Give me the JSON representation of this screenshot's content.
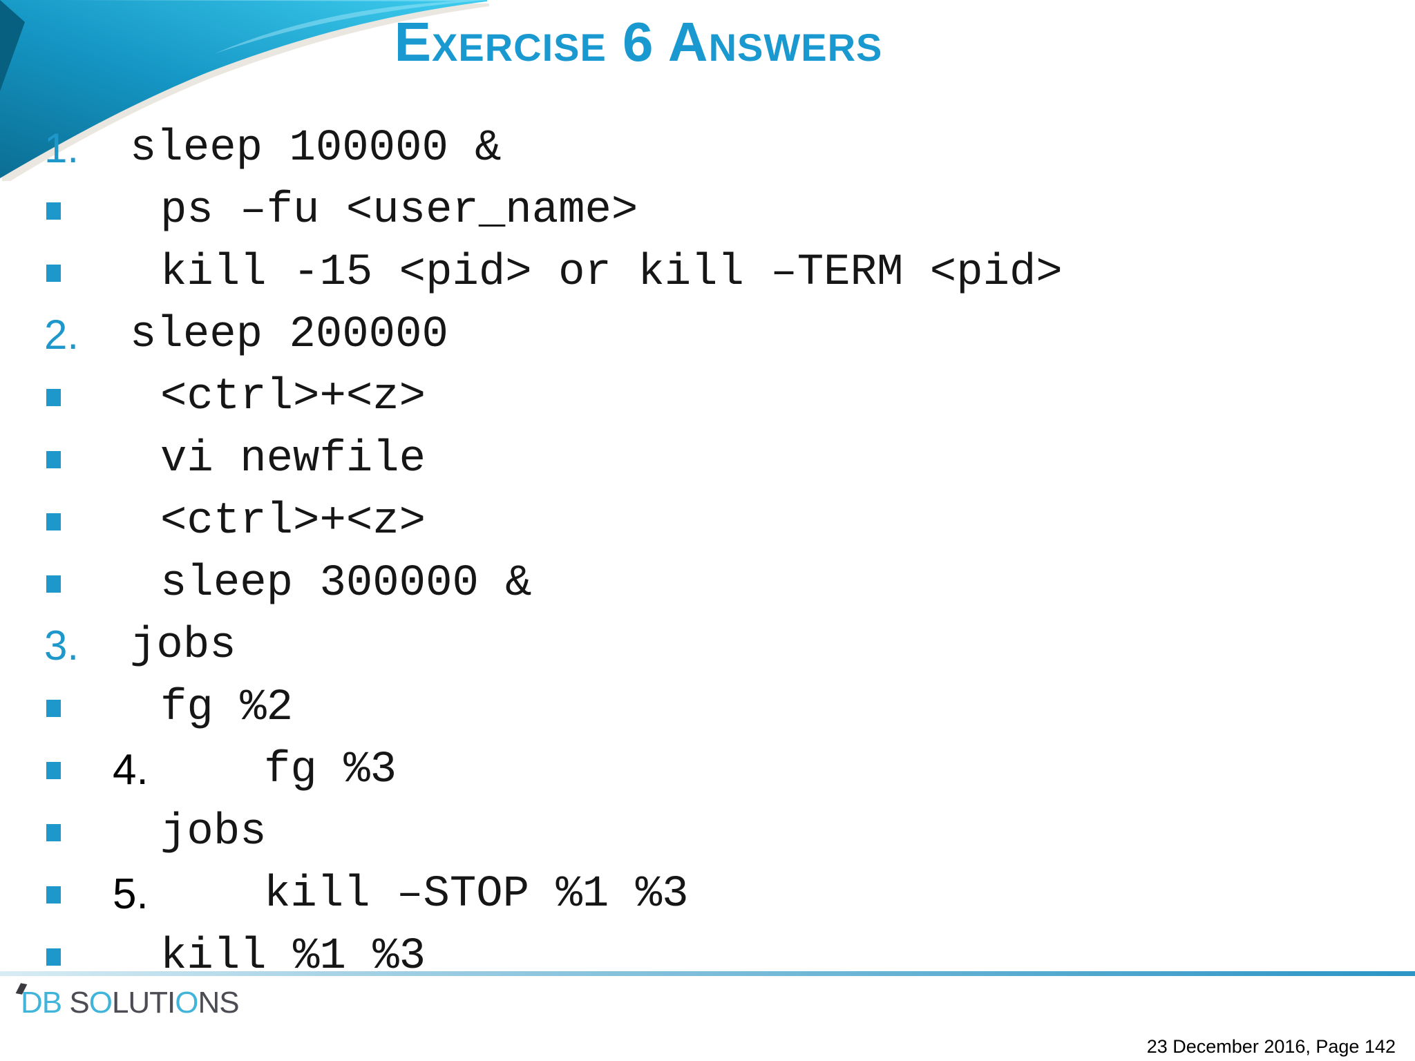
{
  "slide": {
    "title": "Exercise 6 Answers",
    "items": [
      {
        "kind": "number",
        "label": "1.",
        "text": "sleep 100000 &"
      },
      {
        "kind": "bullet",
        "label": "",
        "text": "ps –fu <user_name>"
      },
      {
        "kind": "bullet",
        "label": "",
        "text": "kill -15 <pid> or kill –TERM <pid>"
      },
      {
        "kind": "number",
        "label": "2.",
        "text": "sleep 200000"
      },
      {
        "kind": "bullet",
        "label": "",
        "text": "<ctrl>+<z>"
      },
      {
        "kind": "bullet",
        "label": "",
        "text": "vi newfile"
      },
      {
        "kind": "bullet",
        "label": "",
        "text": "<ctrl>+<z>"
      },
      {
        "kind": "bullet",
        "label": "",
        "text": "sleep 300000 &"
      },
      {
        "kind": "number",
        "label": "3.",
        "text": "jobs"
      },
      {
        "kind": "bullet",
        "label": "",
        "text": "fg %2"
      },
      {
        "kind": "bullet_number",
        "label": "4.",
        "text": "fg %3"
      },
      {
        "kind": "bullet",
        "label": "",
        "text": "jobs"
      },
      {
        "kind": "bullet_number",
        "label": "5.",
        "text": "kill –STOP %1 %3"
      },
      {
        "kind": "bullet",
        "label": "",
        "text": "kill %1 %3"
      }
    ]
  },
  "footer": {
    "logo_parts": [
      {
        "text": "DB",
        "color": "cyan"
      },
      {
        "text": " S",
        "color": "dark"
      },
      {
        "text": "O",
        "color": "cyan"
      },
      {
        "text": "LUTI",
        "color": "dark"
      },
      {
        "text": "O",
        "color": "cyan"
      },
      {
        "text": "NS",
        "color": "dark"
      }
    ],
    "date_page": "23 December 2016, Page 142"
  },
  "colors": {
    "accent": "#1e98cb",
    "title": "#1999cf",
    "rule_left": "#d8ecf4",
    "rule_right": "#2b95c5",
    "logo_cyan": "#41b4d9",
    "logo_dark": "#4c4c55",
    "swoosh_dark": "#0b6e93",
    "swoosh_light": "#3ecdef"
  }
}
